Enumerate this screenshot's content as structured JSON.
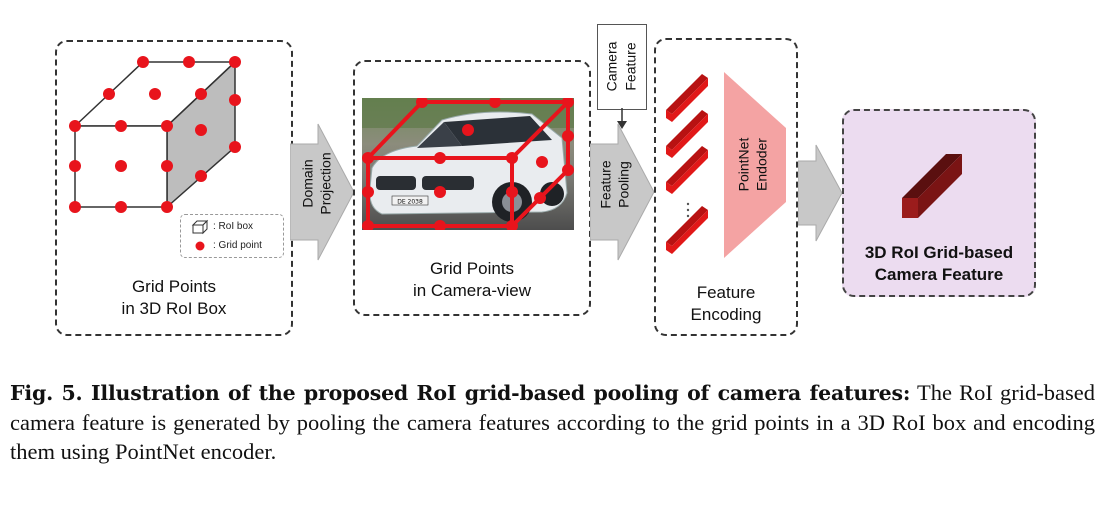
{
  "figure": {
    "panel1": {
      "label_line1": "Grid Points",
      "label_line2": "in 3D RoI Box"
    },
    "legend": {
      "box_label": ": RoI box",
      "point_label": ": Grid point"
    },
    "arrow1": {
      "line1": "Domain",
      "line2": "Projection"
    },
    "panel2": {
      "label_line1": "Grid Points",
      "label_line2": "in Camera-view"
    },
    "camera_feature_box": {
      "line1": "Camera",
      "line2": "Feature"
    },
    "arrow2": {
      "line1": "Feature",
      "line2": "Pooling"
    },
    "encoder": {
      "line1": "PointNet",
      "line2": "Endoder"
    },
    "panel3": {
      "label_line1": "Feature",
      "label_line2": "Encoding"
    },
    "output": {
      "line1": "3D RoI Grid-based",
      "line2": "Camera Feature"
    },
    "car_plate": "DE 2038"
  },
  "caption": {
    "bold": "Fig. 5. Illustration of the proposed RoI grid-based pooling of camera features:",
    "text": " The RoI grid-based camera feature is generated by pooling the camera features according to the grid points in a 3D RoI box and encoding them using PointNet encoder."
  },
  "colors": {
    "grid_point": "#e8141c",
    "cube_face": "#bdbdbd",
    "arrow": "#c8c8c8",
    "encoder": "#f4a3a3",
    "output_bg": "#ecdcf0",
    "feature_bar": "#e11818",
    "output_box": "#8b1a1a"
  }
}
